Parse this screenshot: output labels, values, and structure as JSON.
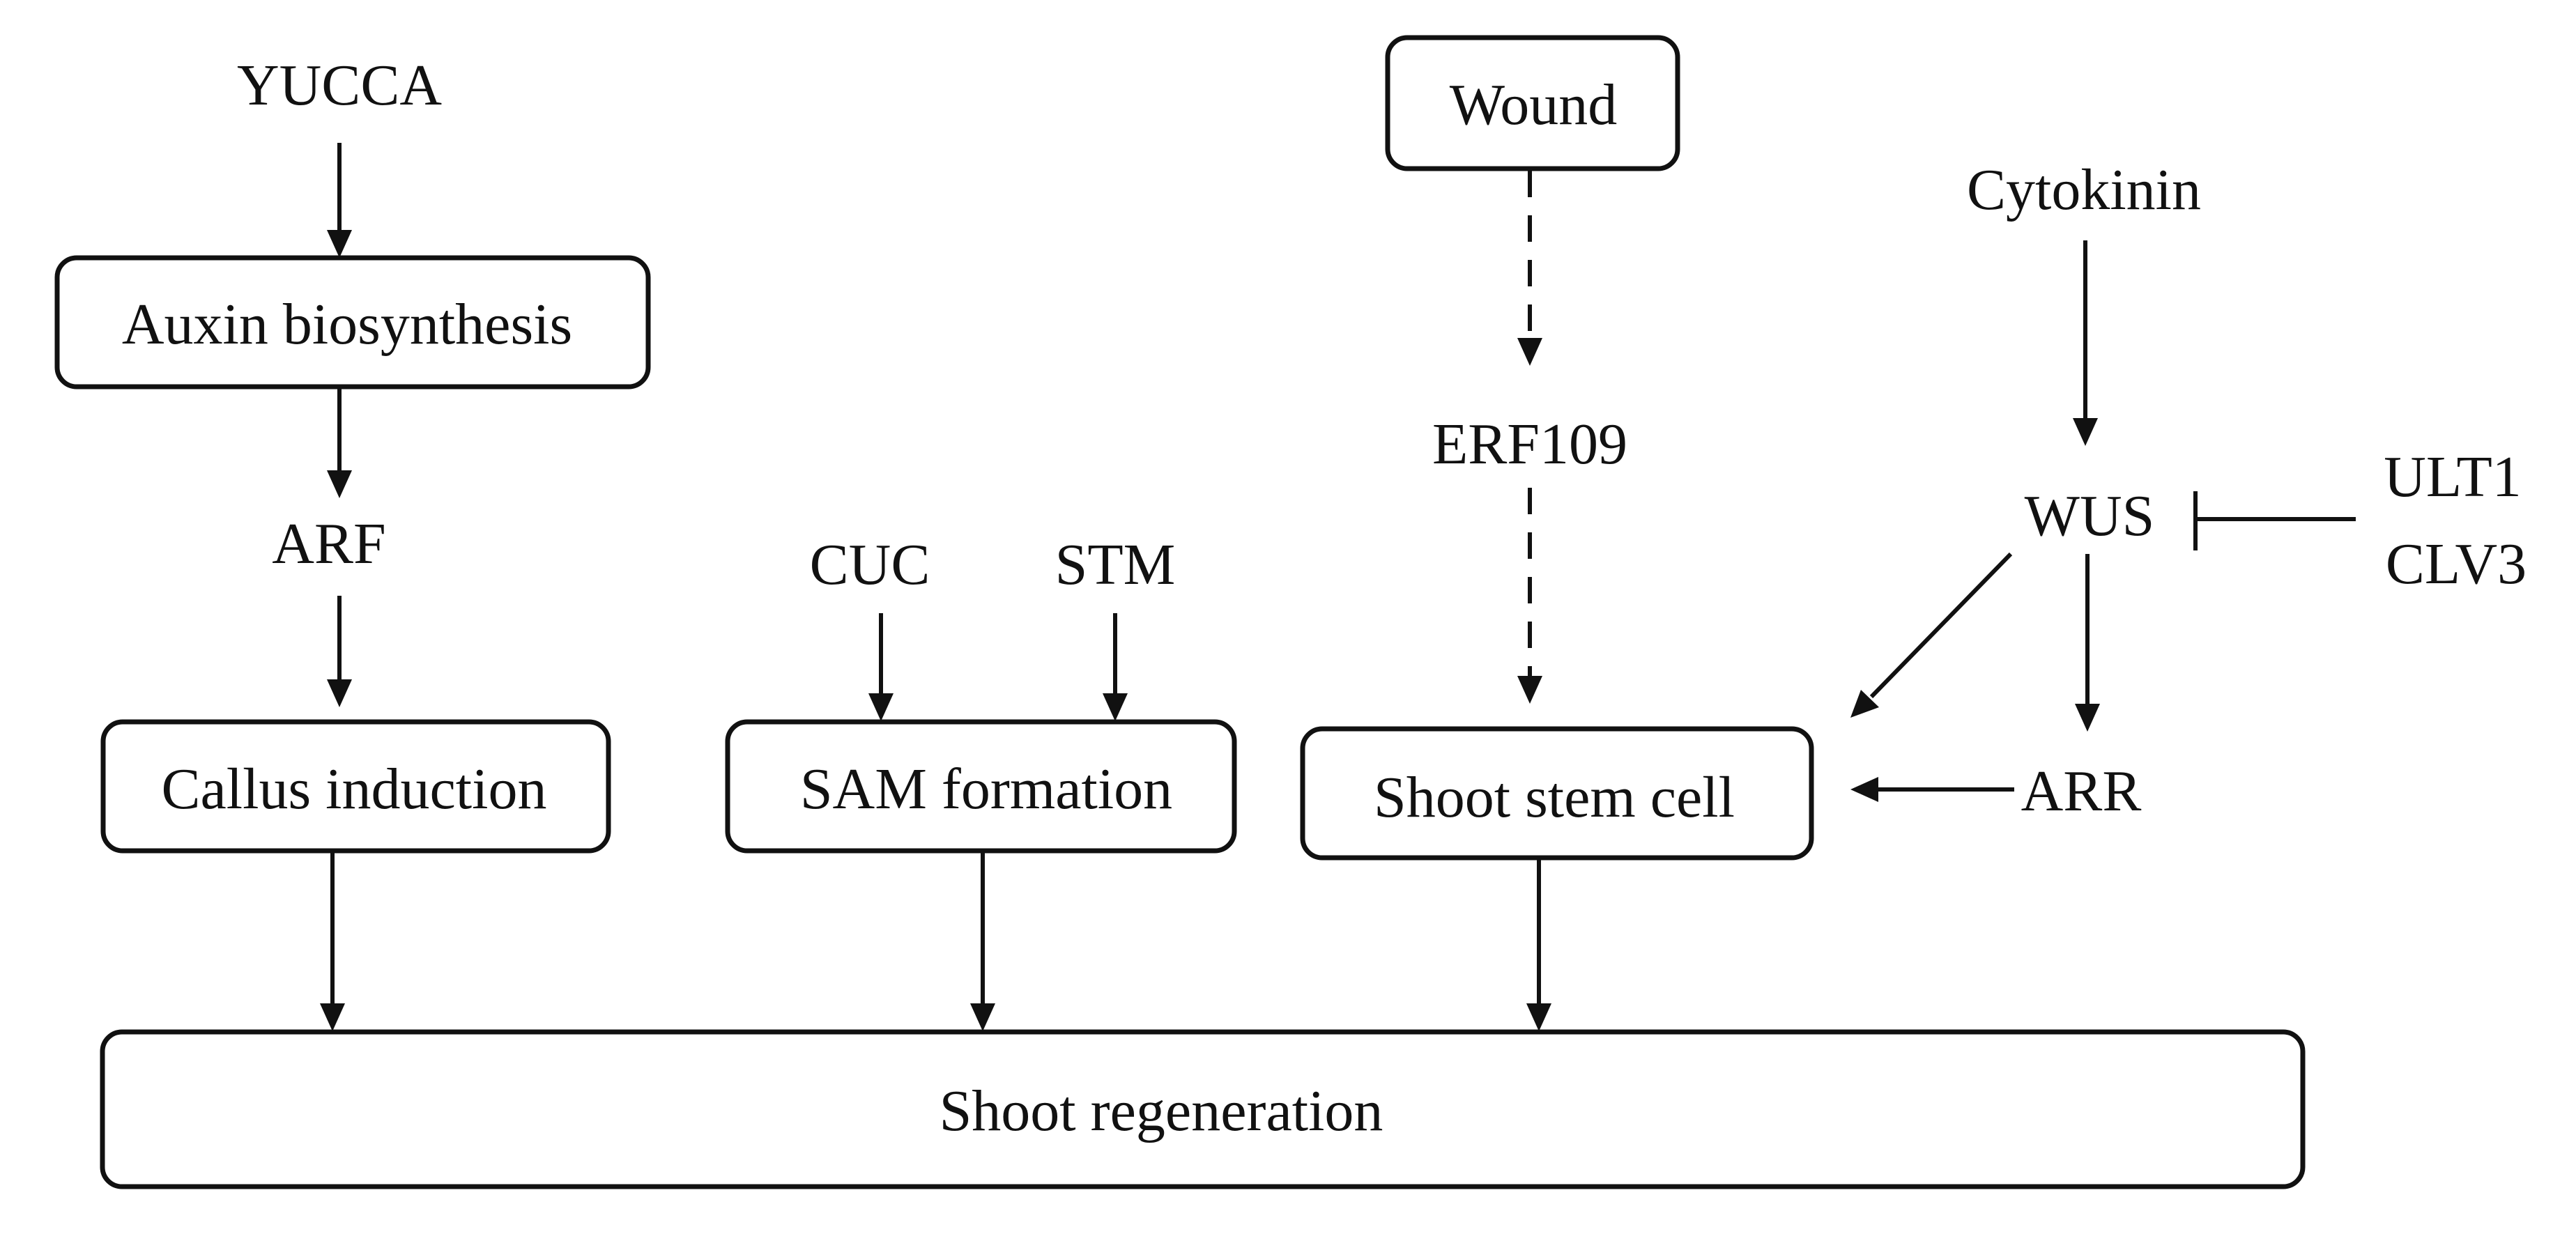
{
  "diagram": {
    "nodes": {
      "yucca": "YUCCA",
      "auxin_biosynthesis": "Auxin biosynthesis",
      "arf": "ARF",
      "callus_induction": "Callus induction",
      "cuc": "CUC",
      "stm": "STM",
      "sam_formation": "SAM formation",
      "wound": "Wound",
      "erf109": "ERF109",
      "shoot_stem_cell": "Shoot stem cell",
      "cytokinin": "Cytokinin",
      "wus": "WUS",
      "ult1": "ULT1",
      "clv3": "CLV3",
      "arr": "ARR",
      "shoot_regeneration": "Shoot regeneration"
    },
    "edges": [
      {
        "from": "YUCCA",
        "to": "Auxin biosynthesis",
        "type": "activation"
      },
      {
        "from": "Auxin biosynthesis",
        "to": "ARF",
        "type": "activation"
      },
      {
        "from": "ARF",
        "to": "Callus induction",
        "type": "activation"
      },
      {
        "from": "CUC",
        "to": "SAM formation",
        "type": "activation"
      },
      {
        "from": "STM",
        "to": "SAM formation",
        "type": "activation"
      },
      {
        "from": "Wound",
        "to": "ERF109",
        "type": "indirect activation"
      },
      {
        "from": "ERF109",
        "to": "Shoot stem cell",
        "type": "indirect activation"
      },
      {
        "from": "Cytokinin",
        "to": "WUS",
        "type": "activation"
      },
      {
        "from": "ULT1 / CLV3",
        "to": "WUS",
        "type": "inhibition"
      },
      {
        "from": "WUS",
        "to": "Shoot stem cell",
        "type": "activation"
      },
      {
        "from": "WUS",
        "to": "ARR",
        "type": "activation"
      },
      {
        "from": "ARR",
        "to": "Shoot stem cell",
        "type": "activation"
      },
      {
        "from": "Callus induction",
        "to": "Shoot regeneration",
        "type": "activation"
      },
      {
        "from": "SAM formation",
        "to": "Shoot regeneration",
        "type": "activation"
      },
      {
        "from": "Shoot stem cell",
        "to": "Shoot regeneration",
        "type": "activation"
      }
    ]
  }
}
